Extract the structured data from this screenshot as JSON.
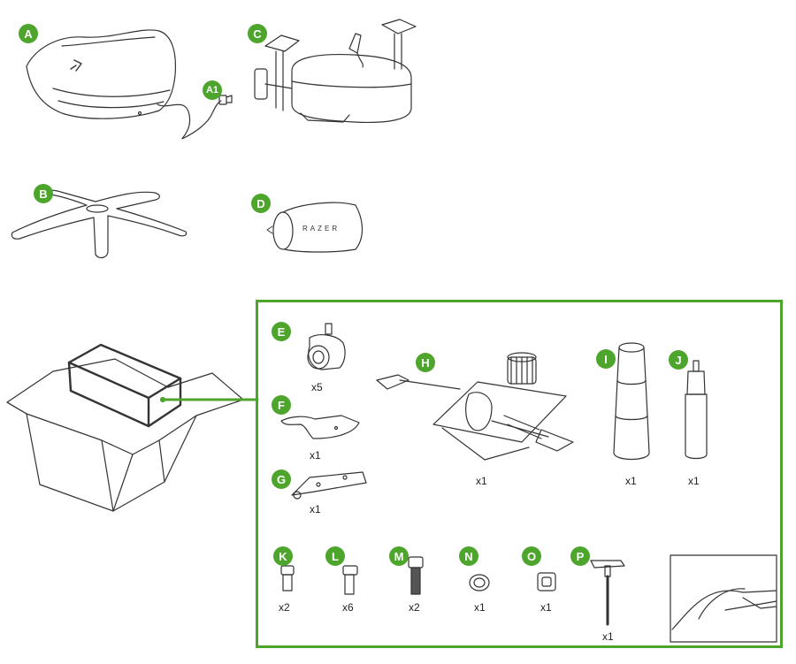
{
  "parts": {
    "A": {
      "label": "A"
    },
    "A1": {
      "label": "A1"
    },
    "B": {
      "label": "B"
    },
    "C": {
      "label": "C"
    },
    "D": {
      "label": "D",
      "brand_text": "RAZER"
    },
    "E": {
      "label": "E",
      "qty": "x5"
    },
    "F": {
      "label": "F",
      "qty": "x1"
    },
    "G": {
      "label": "G",
      "qty": "x1"
    },
    "H": {
      "label": "H",
      "qty": "x1"
    },
    "I": {
      "label": "I",
      "qty": "x1"
    },
    "J": {
      "label": "J",
      "qty": "x1"
    },
    "K": {
      "label": "K",
      "qty": "x2"
    },
    "L": {
      "label": "L",
      "qty": "x6"
    },
    "M": {
      "label": "M",
      "qty": "x2"
    },
    "N": {
      "label": "N",
      "qty": "x1"
    },
    "O": {
      "label": "O",
      "qty": "x1"
    },
    "P": {
      "label": "P",
      "qty": "x1"
    }
  },
  "colors": {
    "badge": "#4da52c",
    "frame": "#4da52c",
    "line": "#333333"
  }
}
